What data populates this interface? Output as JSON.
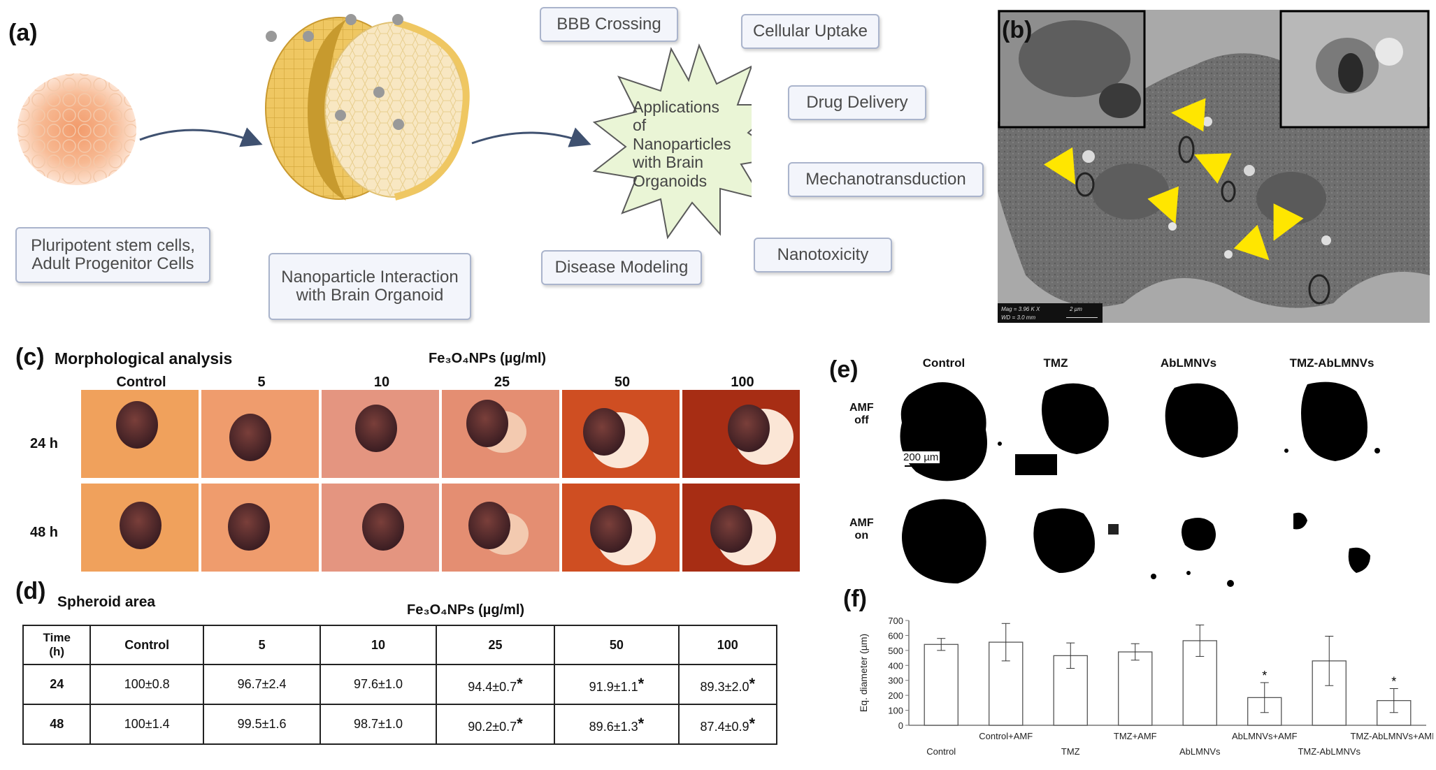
{
  "panel_a": {
    "label": "(a)",
    "boxes": {
      "stem": "Pluripotent stem cells,\nAdult Progenitor Cells",
      "interaction": "Nanoparticle Interaction\nwith Brain Organoid",
      "disease": "Disease Modeling",
      "bbb": "BBB Crossing",
      "uptake": "Cellular Uptake",
      "drug": "Drug Delivery",
      "mechano": "Mechanotransduction",
      "nanotox": "Nanotoxicity"
    },
    "star_text": "Applications\nof\nNanoparticles\nwith Brain\nOrganoids"
  },
  "panel_b": {
    "label": "(b)",
    "scale_text_1": "Mag = 3.96 K X",
    "scale_text_2": "WD = 3.0 mm",
    "scale_bar": "2 µm"
  },
  "panel_c": {
    "label": "(c)",
    "title": "Morphological analysis",
    "conc_header": "Fe₃O₄NPs (µg/ml)",
    "columns": [
      "Control",
      "5",
      "10",
      "25",
      "50",
      "100"
    ],
    "rows": [
      "24 h",
      "48 h"
    ]
  },
  "panel_d": {
    "label": "(d)",
    "title": "Spheroid area",
    "conc_header": "Fe₃O₄NPs (µg/ml)",
    "table": {
      "header": [
        "Time\n(h)",
        "Control",
        "5",
        "10",
        "25",
        "50",
        "100"
      ],
      "rows": [
        {
          "time": "24",
          "cells": [
            "100±0.8",
            "96.7±2.4",
            "97.6±1.0",
            "94.4±0.7",
            "91.9±1.1",
            "89.3±2.0"
          ],
          "star": [
            false,
            false,
            false,
            true,
            true,
            true
          ]
        },
        {
          "time": "48",
          "cells": [
            "100±1.4",
            "99.5±1.6",
            "98.7±1.0",
            "90.2±0.7",
            "89.6±1.3",
            "87.4±0.9"
          ],
          "star": [
            false,
            false,
            false,
            true,
            true,
            true
          ]
        }
      ],
      "star_symbol": "*"
    }
  },
  "panel_e": {
    "label": "(e)",
    "columns": [
      "Control",
      "TMZ",
      "AbLMNVs",
      "TMZ-AbLMNVs"
    ],
    "rows": [
      "AMF\noff",
      "AMF\non"
    ],
    "scale_bar": "200 µm"
  },
  "panel_f": {
    "label": "(f)",
    "chart_data": {
      "type": "bar",
      "ylabel": "Eq. diameter (µm)",
      "ylim": [
        0,
        700
      ],
      "yticks": [
        0,
        100,
        200,
        300,
        400,
        500,
        600,
        700
      ],
      "categories": [
        "Control",
        "Control+AMF",
        "TMZ",
        "TMZ+AMF",
        "AbLMNVs",
        "AbLMNVs+AMF",
        "TMZ-AbLMNVs",
        "TMZ-AbLMNVs+AMF"
      ],
      "values": [
        540,
        555,
        465,
        490,
        565,
        185,
        430,
        165
      ],
      "errors": [
        40,
        125,
        85,
        55,
        105,
        100,
        165,
        80
      ],
      "significant": [
        false,
        false,
        false,
        false,
        false,
        true,
        false,
        true
      ],
      "significance_symbol": "*"
    }
  }
}
